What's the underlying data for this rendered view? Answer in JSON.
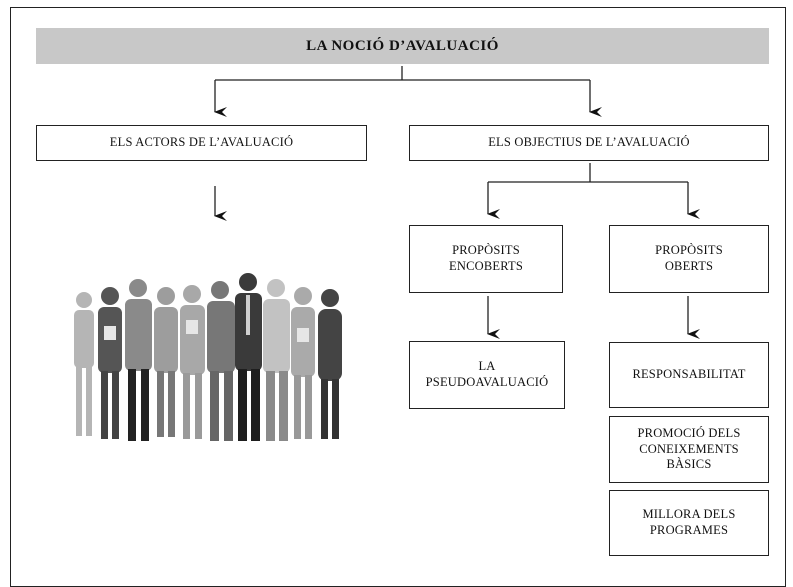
{
  "title": "LA NOCIÓ D’AVALUACIÓ",
  "left_branch": {
    "label": "ELS ACTORS DE L’AVALUACIÓ",
    "illustration": "group-of-people-illustration"
  },
  "right_branch": {
    "label": "ELS OBJECTIUS DE L’AVALUACIÓ",
    "hidden_purposes": {
      "line1": "PROPÒSITS",
      "line2": "ENCOBERTS",
      "child": {
        "line1": "LA",
        "line2": "PSEUDOAVALUACIÓ"
      }
    },
    "open_purposes": {
      "line1": "PROPÒSITS",
      "line2": "OBERTS",
      "children": [
        {
          "text": "RESPONSABILITAT"
        },
        {
          "line1": "PROMOCIÓ DELS",
          "line2": "CONEIXEMENTS",
          "line3": "BÀSICS"
        },
        {
          "line1": "MILLORA DELS",
          "line2": "PROGRAMES"
        }
      ]
    }
  },
  "colors": {
    "title_bg": "#c8c8c8",
    "line": "#222222"
  }
}
